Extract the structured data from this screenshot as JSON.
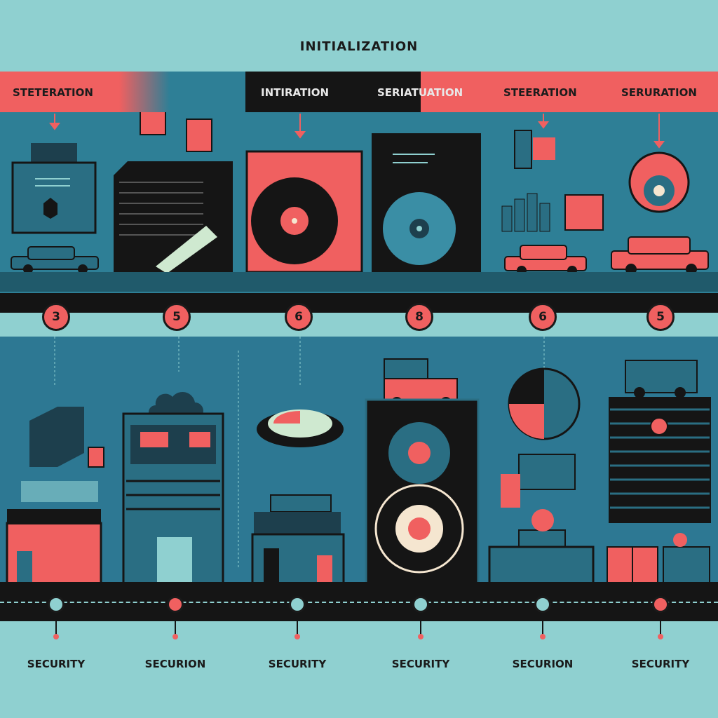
{
  "title": "INITIALIZATION",
  "colors": {
    "teal": "#2e7f96",
    "light": "#8fd0d0",
    "coral": "#f06060",
    "dark": "#141414"
  },
  "stages": [
    {
      "header": "STETERATION",
      "step": "3",
      "footer": "SECURITY"
    },
    {
      "header": "",
      "step": "5",
      "footer": "SECURION"
    },
    {
      "header": "INTIRATION",
      "step": "6",
      "footer": "SECURITY"
    },
    {
      "header": "SERIATUATION",
      "step": "8",
      "footer": "SECURITY"
    },
    {
      "header": "STEERATION",
      "step": "6",
      "footer": "SECURION"
    },
    {
      "header": "SERURATION",
      "step": "5",
      "footer": "SECURITY"
    }
  ]
}
